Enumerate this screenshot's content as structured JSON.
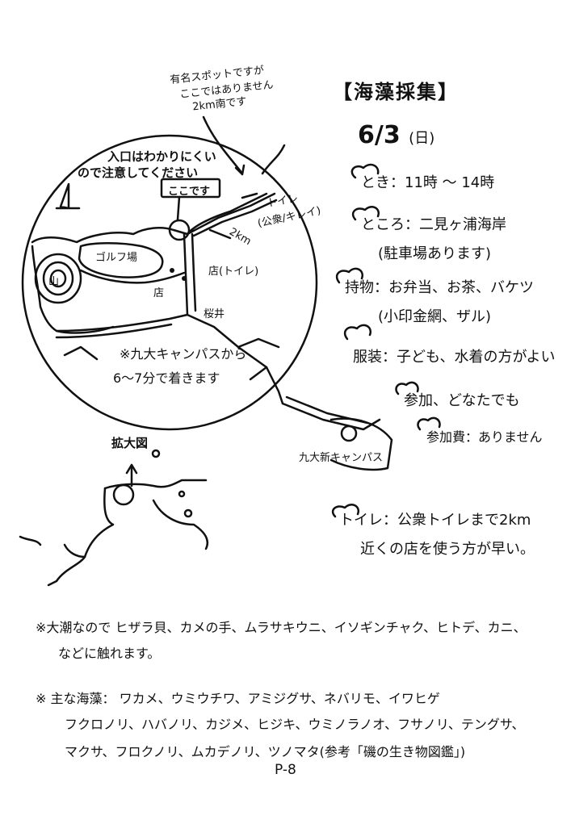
{
  "event": {
    "title": "【海藻採集】",
    "date": "6/3",
    "weekday": "(日)"
  },
  "info": {
    "time": "とき：11時 〜 14時",
    "place_line1": "ところ：二見ヶ浦海岸",
    "place_line2": "(駐車場あります)",
    "items_line1": "持物：お弁当、お茶、バケツ",
    "items_line2": "(小印金網、ザル)",
    "clothes": "服装：子ども、水着の方がよい",
    "join": "参加、どなたでも",
    "fee": "参加費：ありません",
    "toilet_line1": "トイレ：公衆トイレまで2km",
    "toilet_line2": "近くの店を使う方が早い。"
  },
  "map": {
    "entrance_note_line1": "入口はわかりにくい",
    "entrance_note_line2": "ので注意してください",
    "here_label": "ここです",
    "famous_spot_line1": "有名スポットですが",
    "famous_spot_line2": "ここではありません",
    "famous_spot_line3": "2km南です",
    "toilet_label": "トイレ",
    "toilet_sub": "(公衆/キレイ)",
    "distance_label": "2km",
    "golf_label": "ゴルフ場",
    "mountain_label": "山",
    "shop_toilet_label": "店(トイレ)",
    "shop_label": "店",
    "sakurai_label": "桜井",
    "campus_note_line1": "※九大キャンパスから",
    "campus_note_line2": "6〜7分で着きます",
    "enlarged_label": "拡大図",
    "new_campus_label": "九大新キャンパス"
  },
  "notes": {
    "tide_line1": "※大潮なので ヒザラ貝、カメの手、ムラサキウニ、イソギンチャク、ヒトデ、カニ、",
    "tide_line2": "などに触れます。",
    "seaweed_line1": "※ 主な海藻： ワカメ、ウミウチワ、アミジグサ、ネバリモ、イワヒゲ",
    "seaweed_line2": "フクロノリ、ハバノリ、カジメ、ヒジキ、ウミノラノオ、フサノリ、テングサ、",
    "seaweed_line3": "マクサ、フロクノリ、ムカデノリ、ツノマタ(参考「磯の生き物図鑑」)"
  },
  "page_number": "P-8"
}
